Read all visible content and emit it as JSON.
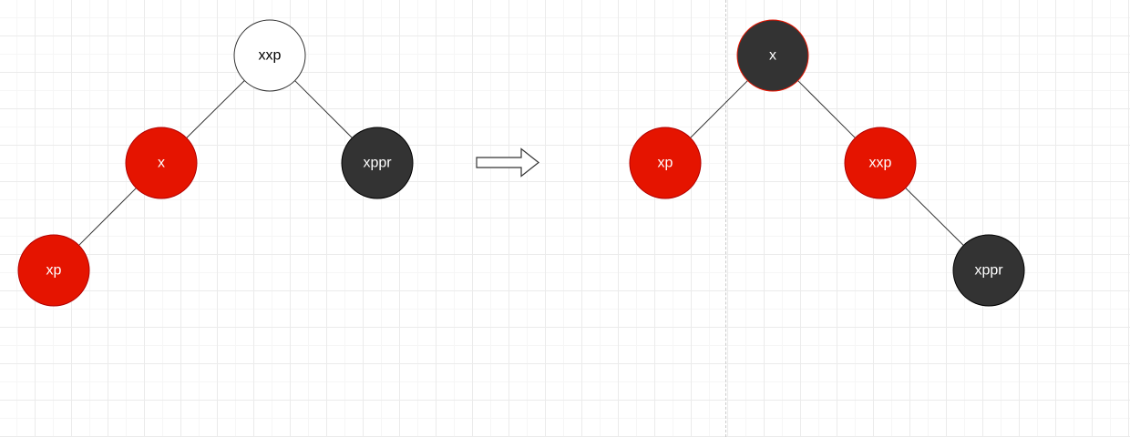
{
  "colors": {
    "red": "#e51400",
    "black": "#333333",
    "white": "#ffffff",
    "edge": "#333333",
    "node_stroke_white": "#333333",
    "node_stroke_red": "#b20000",
    "node_stroke_black": "#000000",
    "node_stroke_black_highlight": "#e51400"
  },
  "before": {
    "nodes": [
      {
        "id": "xxp",
        "label": "xxp",
        "fill": "white"
      },
      {
        "id": "x",
        "label": "x",
        "fill": "red"
      },
      {
        "id": "xppr",
        "label": "xppr",
        "fill": "black"
      },
      {
        "id": "xp",
        "label": "xp",
        "fill": "red"
      }
    ],
    "edges": [
      {
        "from": "xxp",
        "to": "x"
      },
      {
        "from": "xxp",
        "to": "xppr"
      },
      {
        "from": "x",
        "to": "xp"
      }
    ]
  },
  "after": {
    "nodes": [
      {
        "id": "x",
        "label": "x",
        "fill": "black"
      },
      {
        "id": "xp",
        "label": "xp",
        "fill": "red"
      },
      {
        "id": "xxp",
        "label": "xxp",
        "fill": "red"
      },
      {
        "id": "xppr",
        "label": "xppr",
        "fill": "black"
      }
    ],
    "edges": [
      {
        "from": "x",
        "to": "xp"
      },
      {
        "from": "x",
        "to": "xxp"
      },
      {
        "from": "xxp",
        "to": "xppr"
      }
    ]
  },
  "arrow": {
    "icon": "right-arrow-icon"
  }
}
